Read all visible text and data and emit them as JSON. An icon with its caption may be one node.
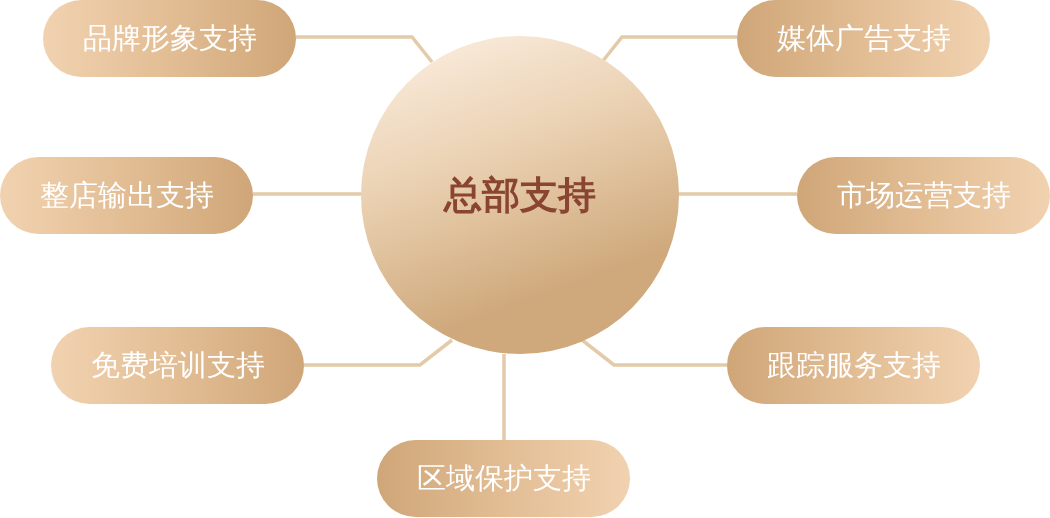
{
  "diagram": {
    "nodes": [
      {
        "text": [
          "总部支持"
        ]
      },
      {
        "text": [
          "品牌形象支持"
        ]
      },
      {
        "text": [
          "媒体广告支持"
        ]
      },
      {
        "text": [
          "整店输出支持"
        ]
      },
      {
        "text": [
          "市场运营支持"
        ]
      },
      {
        "text": [
          "免费培训支持"
        ]
      },
      {
        "text": [
          "跟踪服务支持"
        ]
      },
      {
        "text": [
          "区域保护支持"
        ]
      }
    ],
    "edges": [
      {
        "from": 0,
        "to": 1,
        "arrow": "none"
      },
      {
        "from": 0,
        "to": 2,
        "arrow": "none"
      },
      {
        "from": 0,
        "to": 3,
        "arrow": "none"
      },
      {
        "from": 0,
        "to": 4,
        "arrow": "none"
      },
      {
        "from": 0,
        "to": 5,
        "arrow": "none"
      },
      {
        "from": 0,
        "to": 6,
        "arrow": "none"
      },
      {
        "from": 0,
        "to": 7,
        "arrow": "none"
      }
    ]
  }
}
